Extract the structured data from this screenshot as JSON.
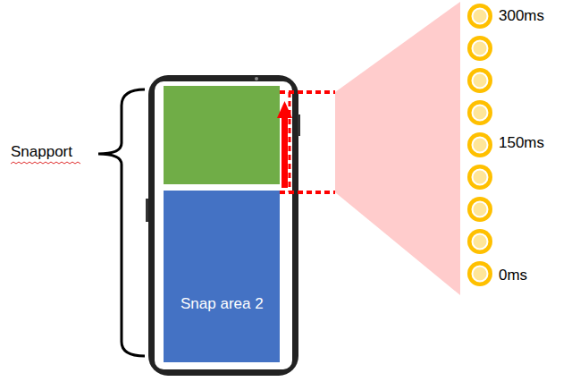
{
  "diagram": {
    "nodes": [
      {
        "text": [
          "Snap area 2"
        ]
      }
    ],
    "labels": [
      "Snapport",
      "300ms",
      "150ms",
      "0ms"
    ]
  }
}
